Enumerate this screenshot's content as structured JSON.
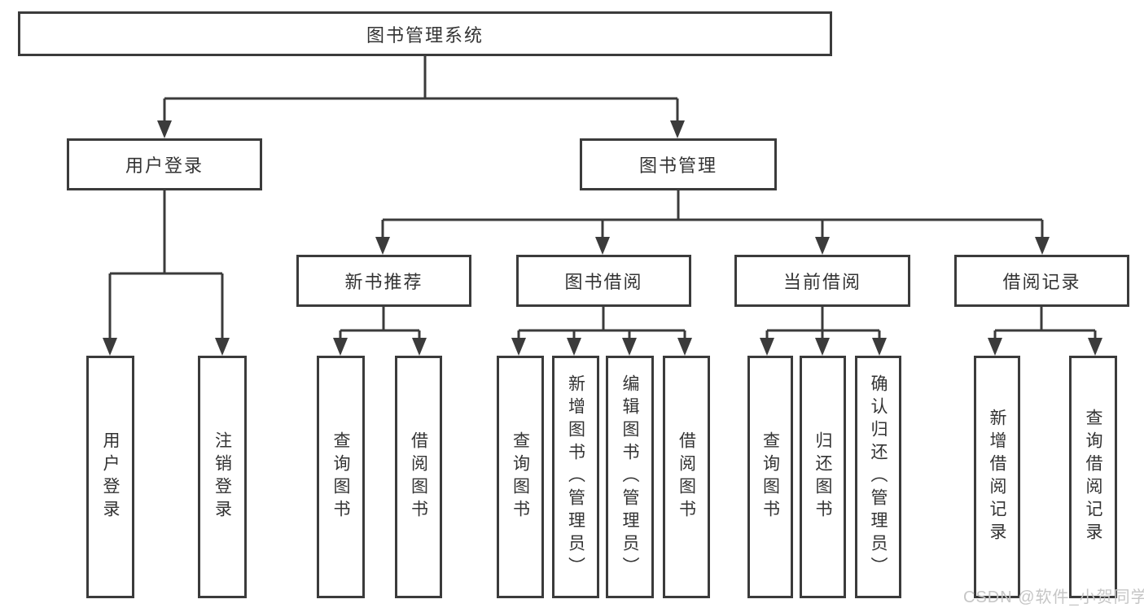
{
  "diagram": {
    "root": {
      "label": "图书管理系统"
    },
    "level2": [
      {
        "label": "用户登录"
      },
      {
        "label": "图书管理"
      }
    ],
    "level3": [
      {
        "label": "新书推荐"
      },
      {
        "label": "图书借阅"
      },
      {
        "label": "当前借阅"
      },
      {
        "label": "借阅记录"
      }
    ],
    "leaves": [
      {
        "label": "用户登录"
      },
      {
        "label": "注销登录"
      },
      {
        "label": "查询图书"
      },
      {
        "label": "借阅图书"
      },
      {
        "label": "查询图书"
      },
      {
        "label": "新增图书（管理员）"
      },
      {
        "label": "编辑图书（管理员）"
      },
      {
        "label": "借阅图书"
      },
      {
        "label": "查询图书"
      },
      {
        "label": "归还图书"
      },
      {
        "label": "确认归还（管理员）"
      },
      {
        "label": "新增借阅记录"
      },
      {
        "label": "查询借阅记录"
      }
    ]
  },
  "watermark": {
    "text": "CSDN @软件_小贺同学"
  },
  "colors": {
    "line": "#3b3b3b",
    "text": "#333333",
    "watermark": "#c6c6c6",
    "background": "#ffffff"
  }
}
